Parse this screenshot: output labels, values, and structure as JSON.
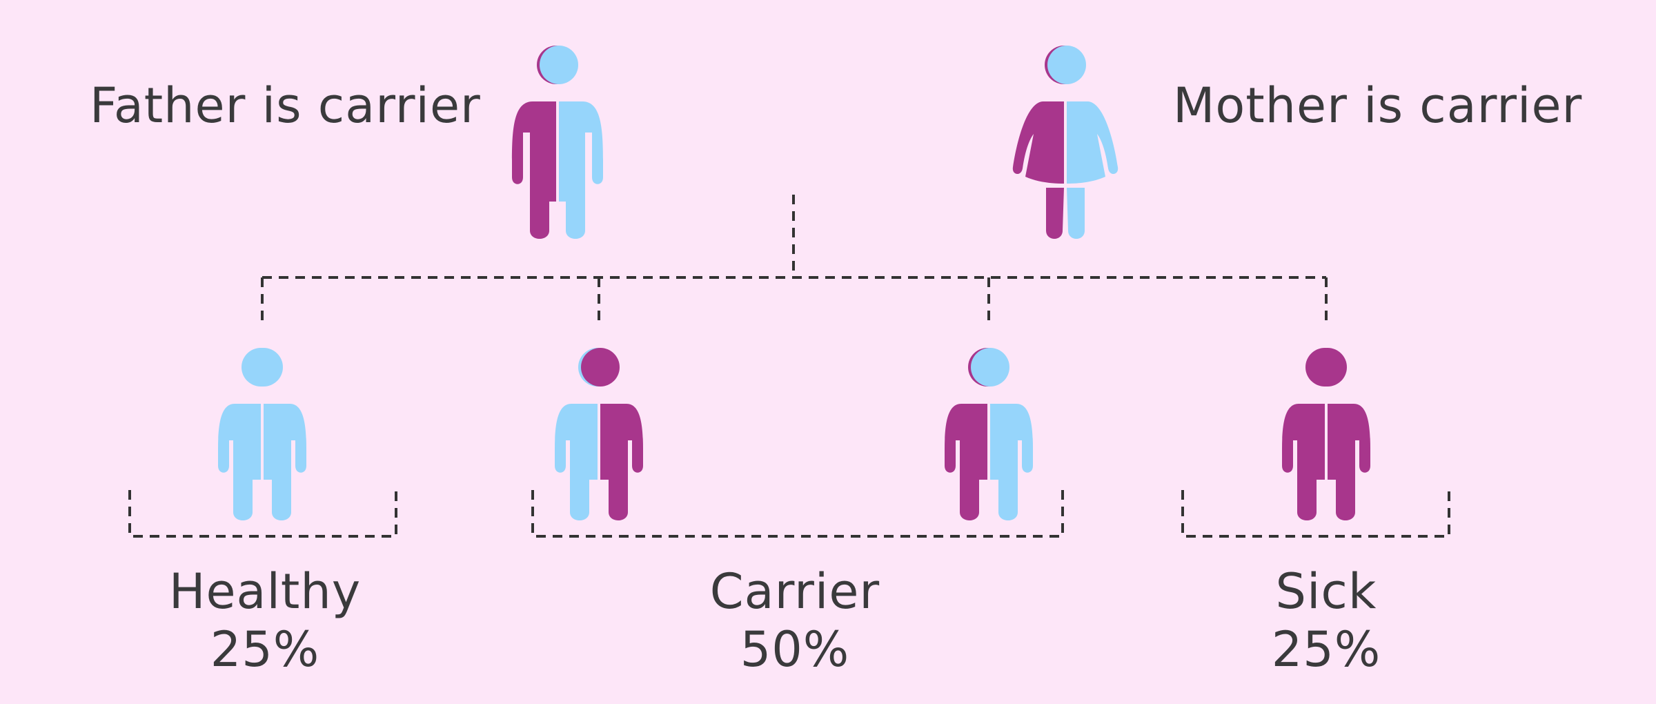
{
  "colors": {
    "background": "#fde6f8",
    "affected": "#a8368c",
    "healthy": "#96d5fb",
    "text": "#3a3a3c",
    "lines": "#333333"
  },
  "parents": {
    "father": {
      "label": "Father is carrier",
      "status": "carrier",
      "icon": "male-figure-icon"
    },
    "mother": {
      "label": "Mother is carrier",
      "status": "carrier",
      "icon": "female-figure-icon"
    }
  },
  "children": [
    {
      "status": "healthy",
      "icon": "child-figure-icon"
    },
    {
      "status": "carrier",
      "icon": "child-figure-icon"
    },
    {
      "status": "carrier",
      "icon": "child-figure-icon"
    },
    {
      "status": "sick",
      "icon": "child-figure-icon"
    }
  ],
  "outcomes": [
    {
      "label": "Healthy",
      "percent": "25%",
      "probability": 0.25
    },
    {
      "label": "Carrier",
      "percent": "50%",
      "probability": 0.5
    },
    {
      "label": "Sick",
      "percent": "25%",
      "probability": 0.25
    }
  ]
}
